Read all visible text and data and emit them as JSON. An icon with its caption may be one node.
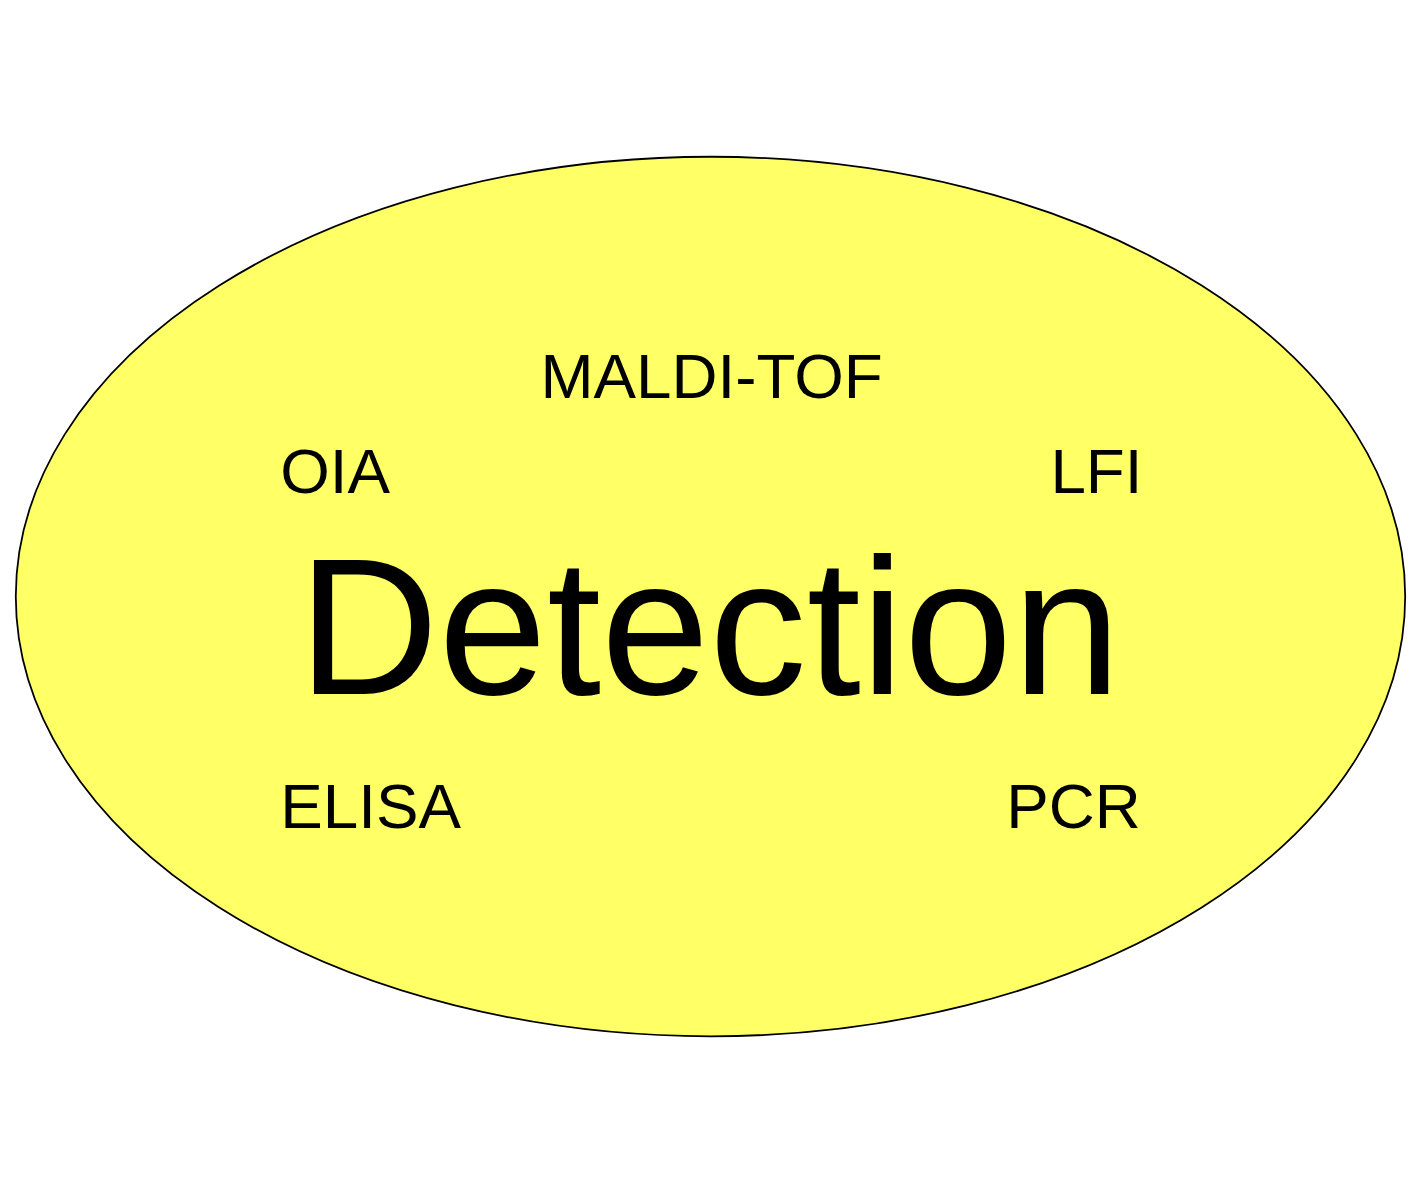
{
  "diagram": {
    "nodes": [
      {
        "text": [
          "MALDI-TOF",
          "OIA",
          "LFI",
          "Detection",
          "ELISA",
          "PCR"
        ]
      }
    ]
  }
}
